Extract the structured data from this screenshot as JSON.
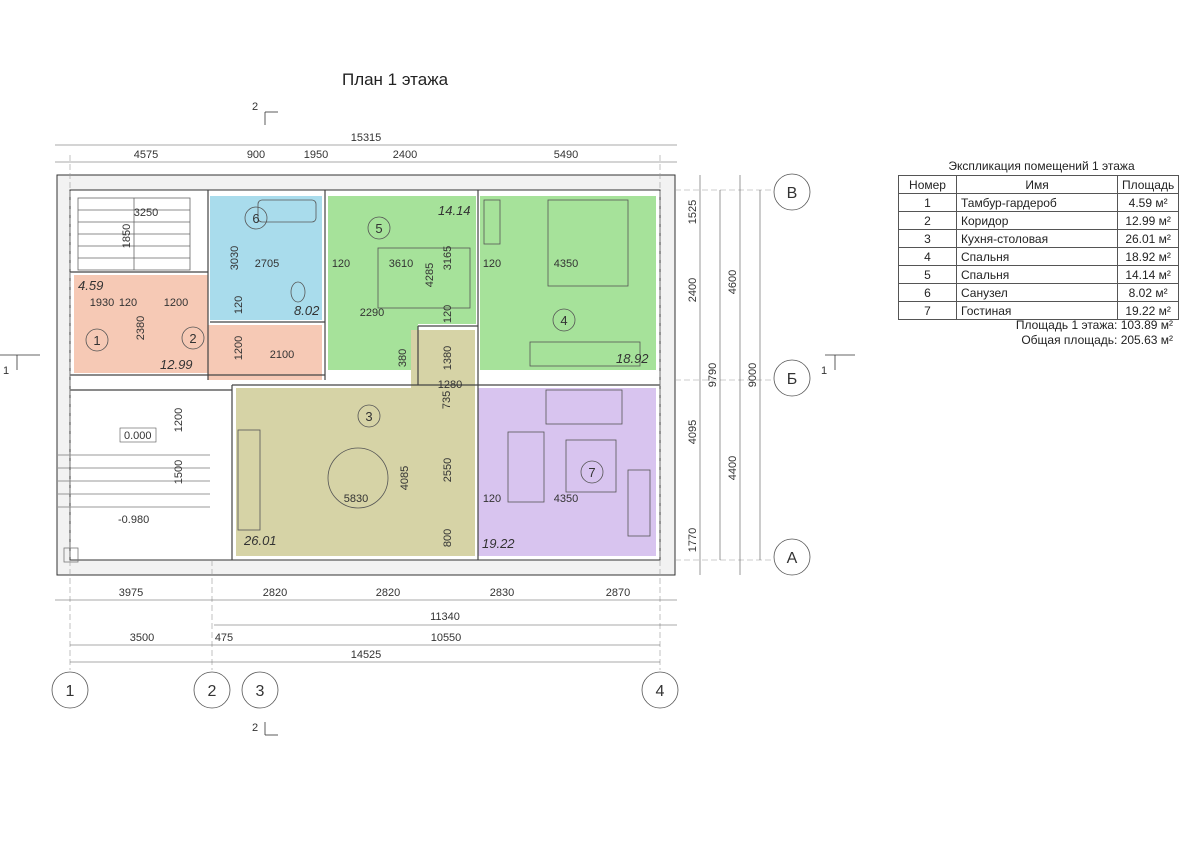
{
  "title": "План 1 этажа",
  "section_mark": "2",
  "section_mark_side": "1",
  "axes": {
    "cols": [
      "1",
      "2",
      "3",
      "4"
    ],
    "rows": [
      "В",
      "Б",
      "А"
    ]
  },
  "rooms": [
    {
      "num": "1",
      "area": "4.59"
    },
    {
      "num": "2",
      "area": "12.99"
    },
    {
      "num": "3",
      "area": "26.01"
    },
    {
      "num": "4",
      "area": "18.92"
    },
    {
      "num": "5",
      "area": "14.14"
    },
    {
      "num": "6",
      "area": "8.02"
    },
    {
      "num": "7",
      "area": "19.22"
    }
  ],
  "levels": {
    "floor": "0.000",
    "ground": "-0.980"
  },
  "dims_top": {
    "overall": "15315",
    "segments": [
      "4575",
      "900",
      "1950",
      "2400",
      "5490"
    ]
  },
  "dims_bottom": {
    "row1": [
      "3975",
      "2820",
      "2820",
      "2830",
      "2870"
    ],
    "row2_total": "11340",
    "row3": [
      "3500",
      "475",
      "10550"
    ],
    "overall": "14525"
  },
  "dims_right": {
    "inner": [
      "1525",
      "2400",
      "4095",
      "1770"
    ],
    "middle": [
      "4600",
      "4400"
    ],
    "outer_a": "9790",
    "outer_b": "9000"
  },
  "dims_interior": [
    "3250",
    "1850",
    "1930",
    "120",
    "1200",
    "2380",
    "1200",
    "2100",
    "3030",
    "2705",
    "120",
    "120",
    "3610",
    "4285",
    "3165",
    "120",
    "4350",
    "2290",
    "120",
    "380",
    "1380",
    "1280",
    "735",
    "1200",
    "1500",
    "5830",
    "4085",
    "2550",
    "800",
    "120",
    "4350"
  ],
  "explication": {
    "caption": "Экспликация помещений 1 этажа",
    "headers": [
      "Номер",
      "Имя",
      "Площадь"
    ],
    "rows": [
      [
        "1",
        "Тамбур-гардероб",
        "4.59 м²"
      ],
      [
        "2",
        "Коридор",
        "12.99 м²"
      ],
      [
        "3",
        "Кухня-столовая",
        "26.01 м²"
      ],
      [
        "4",
        "Спальня",
        "18.92 м²"
      ],
      [
        "5",
        "Спальня",
        "14.14 м²"
      ],
      [
        "6",
        "Санузел",
        "8.02 м²"
      ],
      [
        "7",
        "Гостиная",
        "19.22  м²"
      ]
    ],
    "floor_area": "Площадь 1 этажа: 103.89 м²",
    "total_area": "Общая площадь: 205.63 м²"
  },
  "colors": {
    "room1": "#f6c9b5",
    "room2": "#f6c9b5",
    "room3": "#d6d3a6",
    "room4": "#a6e29a",
    "room5": "#a6e29a",
    "room6": "#a9dcec",
    "room7": "#d8c4ef",
    "line": "#333333"
  }
}
